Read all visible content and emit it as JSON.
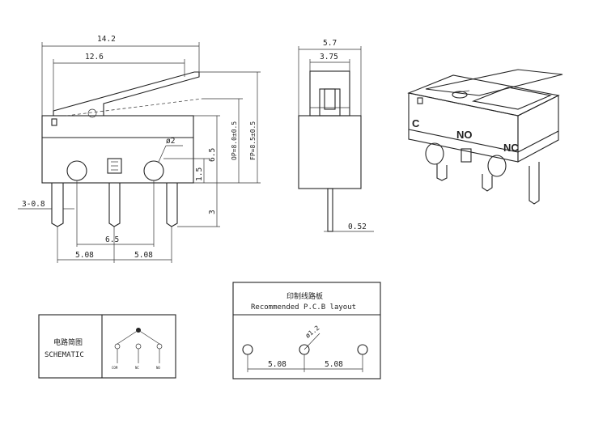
{
  "side_view": {
    "overall_length": "14.2",
    "lever_length": "12.6",
    "hole_diameter": "ø2",
    "pin_width": "3-0.8",
    "pin_pitch_a": "6.5",
    "pin_pitch_b1": "5.08",
    "pin_pitch_b2": "5.08",
    "height_1": "1.5",
    "height_2": "6.5",
    "height_3": "3",
    "op": "OP=8.0±0.5",
    "fp": "FP=8.5±0.5"
  },
  "front_view": {
    "width": "5.7",
    "inner_width": "3.75",
    "pin_thickness": "0.52"
  },
  "iso_view": {
    "label_c": "C",
    "label_no": "NO",
    "label_nc": "NC"
  },
  "schematic": {
    "title_cn": "电路简图",
    "title_en": "SCHEMATIC",
    "pin_labels": [
      "COM",
      "NC",
      "NO"
    ]
  },
  "pcb_layout": {
    "title_cn": "印制线路板",
    "title_en": "Recommended P.C.B layout",
    "hole_label": "ø1.2",
    "pitch_1": "5.08",
    "pitch_2": "5.08"
  }
}
